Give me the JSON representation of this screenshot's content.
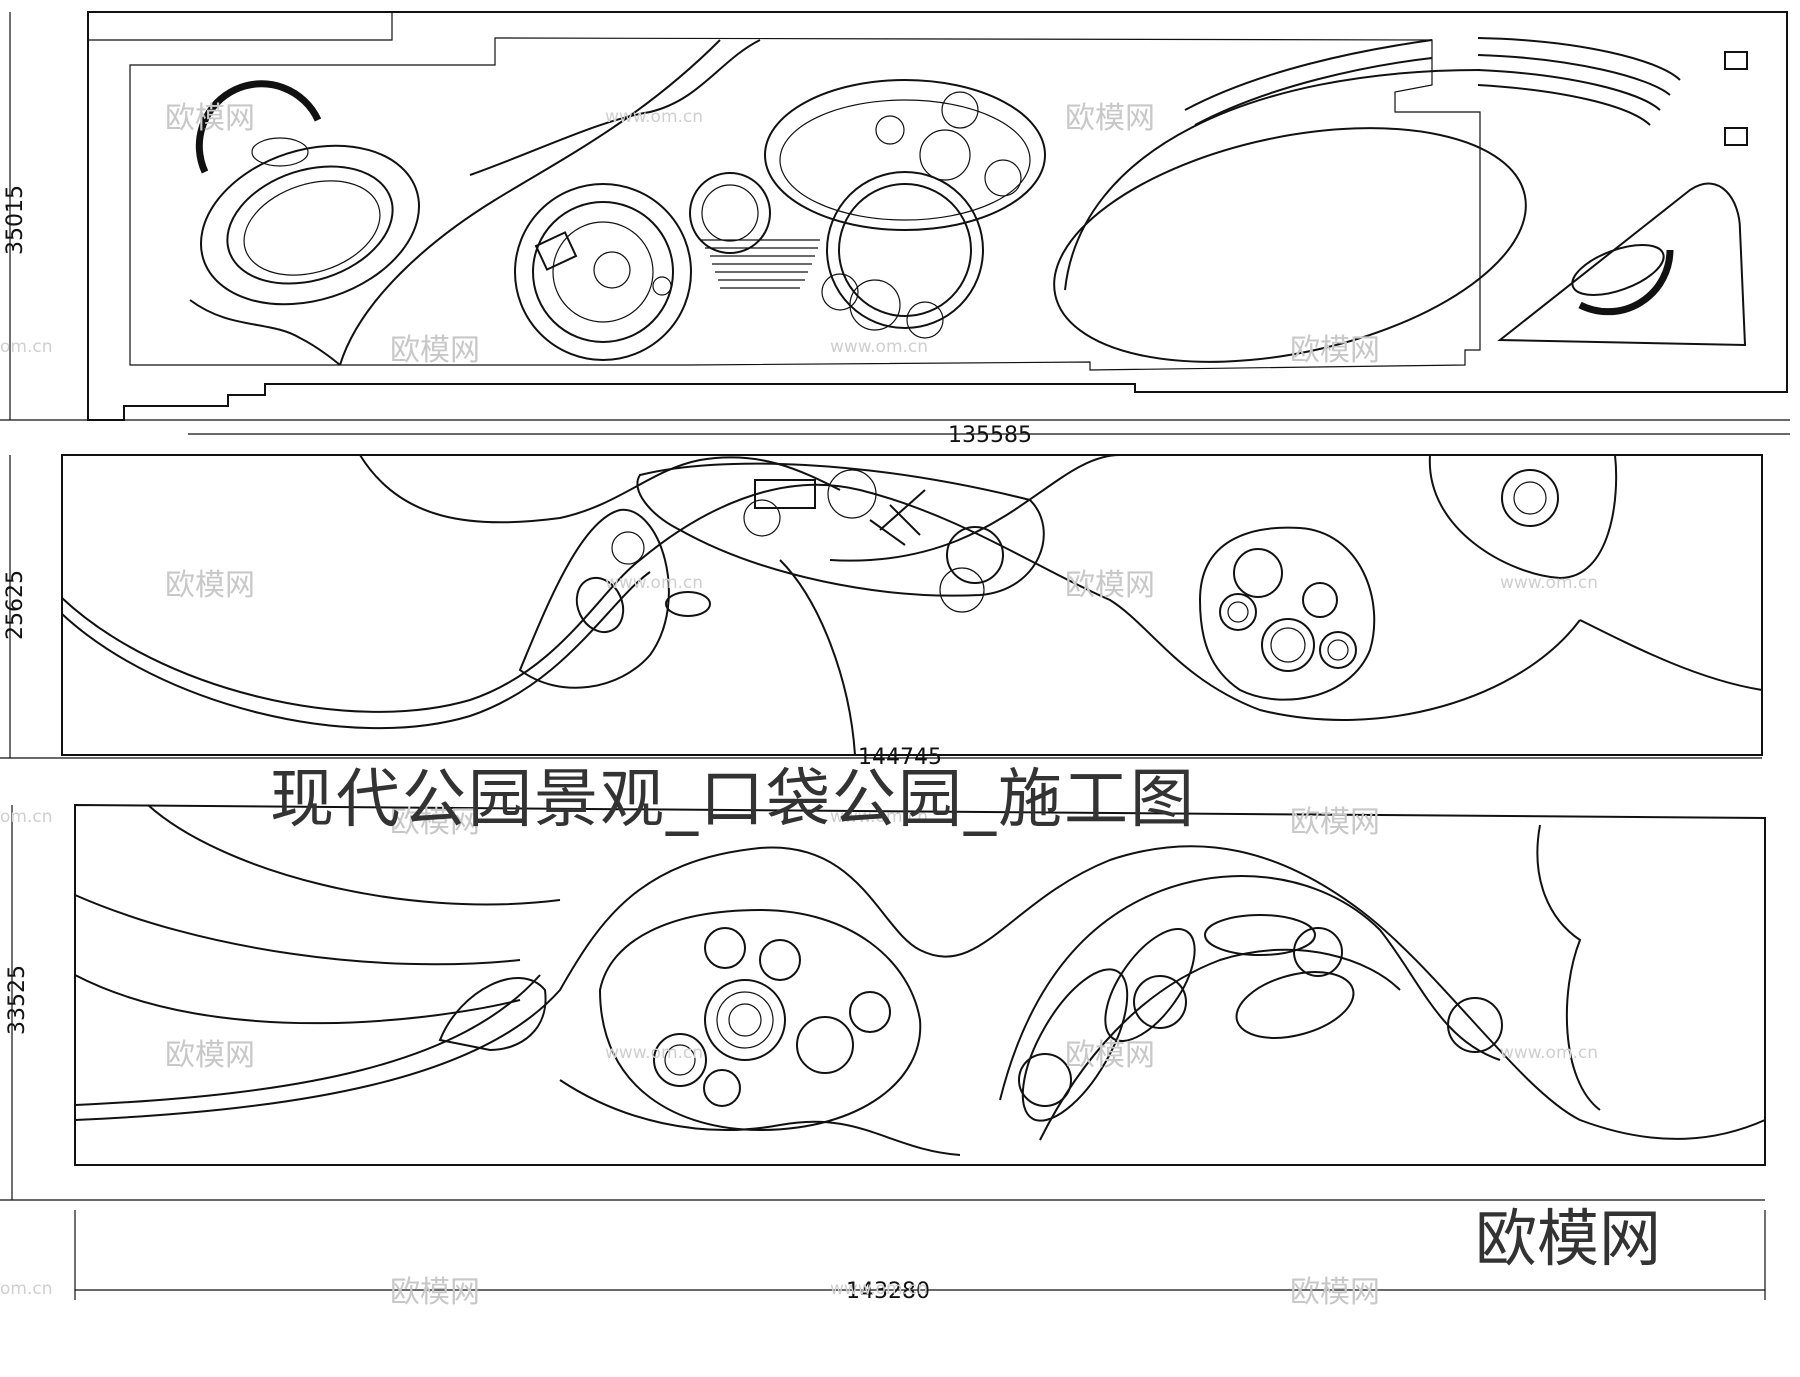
{
  "title": "现代公园景观_口袋公园_施工图",
  "brand": "欧模网",
  "watermark": {
    "text": "欧模网",
    "url": "www.om.cn",
    "edge_fragment": "om.cn"
  },
  "plans": [
    {
      "height_dim": "35015",
      "width_dim": "135585"
    },
    {
      "height_dim": "25625",
      "width_dim": "144745"
    },
    {
      "height_dim": "33525",
      "width_dim": "143280"
    }
  ]
}
